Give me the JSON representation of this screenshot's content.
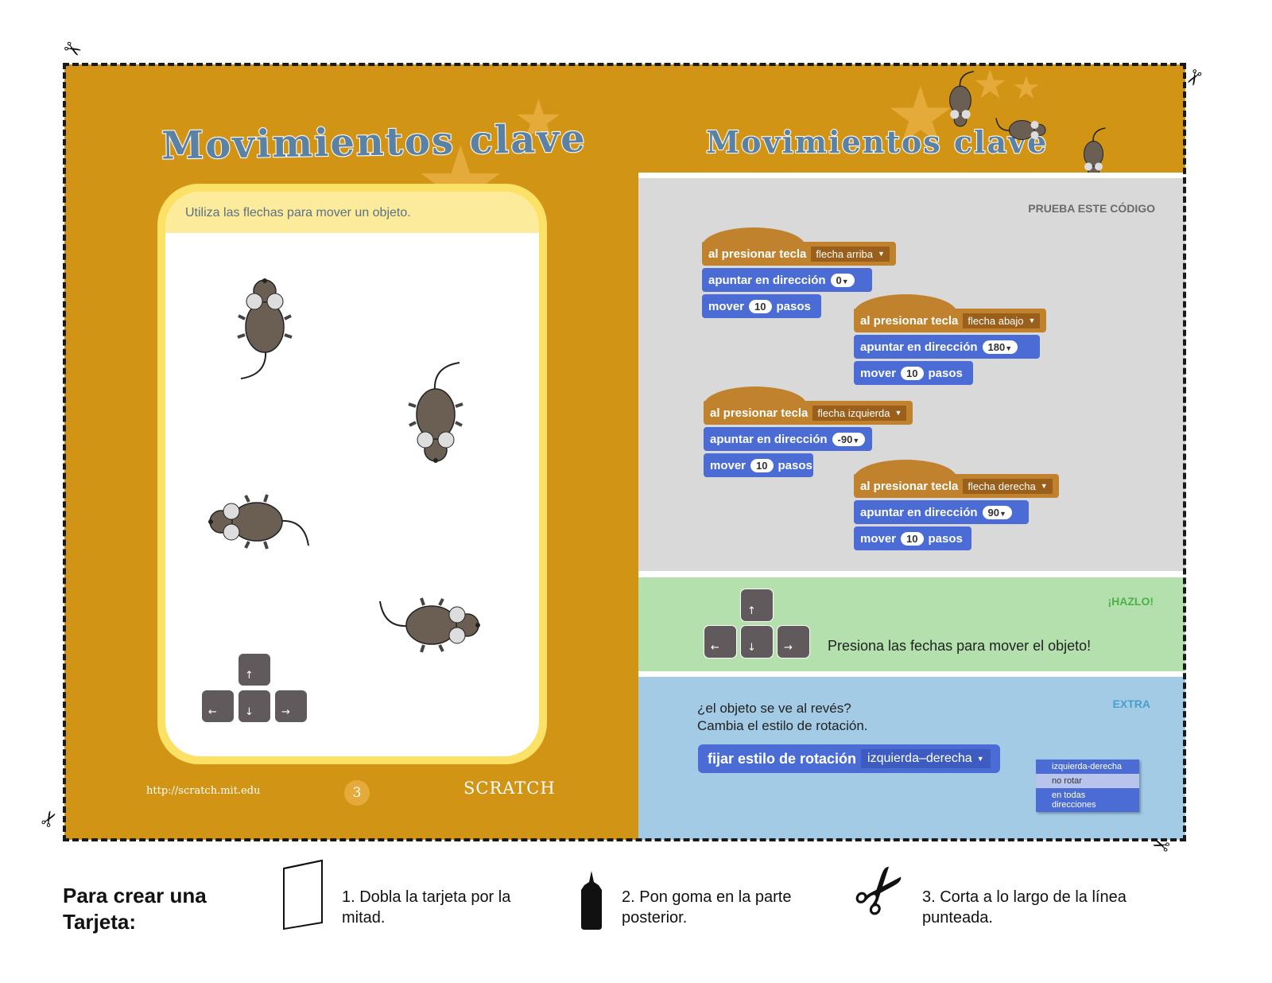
{
  "left_page": {
    "title": "Movimientos clave",
    "instruction": "Utiliza las flechas para mover un objeto.",
    "sprites": [
      "mouse-facing-up",
      "mouse-facing-down",
      "mouse-facing-left",
      "mouse-facing-right"
    ],
    "arrow_keys": {
      "up": "↑",
      "left": "←",
      "down": "↓",
      "right": "→"
    },
    "footer": {
      "url": "http://scratch.mit.edu",
      "page_number": "3",
      "logo": "SCRATCH"
    }
  },
  "right_page": {
    "title": "Movimientos clave",
    "code_section": {
      "label": "PRUEBA ESTE CÓDIGO",
      "scripts": [
        {
          "event": "al presionar tecla",
          "key": "flecha arriba",
          "direction_label": "apuntar en dirección",
          "direction": "0",
          "move_label": "mover",
          "steps": "10",
          "steps_label": "pasos"
        },
        {
          "event": "al presionar tecla",
          "key": "flecha abajo",
          "direction_label": "apuntar en dirección",
          "direction": "180",
          "move_label": "mover",
          "steps": "10",
          "steps_label": "pasos"
        },
        {
          "event": "al presionar tecla",
          "key": "flecha izquierda",
          "direction_label": "apuntar en dirección",
          "direction": "-90",
          "move_label": "mover",
          "steps": "10",
          "steps_label": "pasos"
        },
        {
          "event": "al presionar tecla",
          "key": "flecha derecha",
          "direction_label": "apuntar en dirección",
          "direction": "90",
          "move_label": "mover",
          "steps": "10",
          "steps_label": "pasos"
        }
      ]
    },
    "do_it_section": {
      "label": "¡HAZLO!",
      "text": "Presiona las fechas para mover el objeto!",
      "arrow_keys": {
        "up": "↑",
        "left": "←",
        "down": "↓",
        "right": "→"
      }
    },
    "extra_section": {
      "label": "EXTRA",
      "line1": "¿el objeto se ve al revés?",
      "line2": "Cambia el estilo de rotación.",
      "block_label": "fijar estilo de rotación",
      "block_value": "izquierda–derecha",
      "dropdown_options": [
        "izquierda-derecha",
        "no rotar",
        "en todas direcciones"
      ],
      "dropdown_highlighted": "no rotar"
    }
  },
  "instructions": {
    "heading": "Para crear una Tarjeta:",
    "heading_line1": "Para crear una",
    "heading_line2": "Tarjeta:",
    "steps": [
      {
        "icon": "folded-card-icon",
        "text": "1. Dobla la tarjeta por la mitad."
      },
      {
        "icon": "glue-bottle-icon",
        "text": "2. Pon goma en la parte posterior."
      },
      {
        "icon": "scissors-icon",
        "text": "3. Corta a lo largo de la línea punteada."
      }
    ]
  },
  "colors": {
    "card_orange": "#d29414",
    "inner_yellow": "#fbe165",
    "code_gray": "#d9d9d9",
    "do_green": "#b3e0ad",
    "extra_blue": "#a3cbe6",
    "event_block": "#c0822c",
    "motion_block": "#4a6cd4",
    "title_blue": "#5c82a3"
  }
}
